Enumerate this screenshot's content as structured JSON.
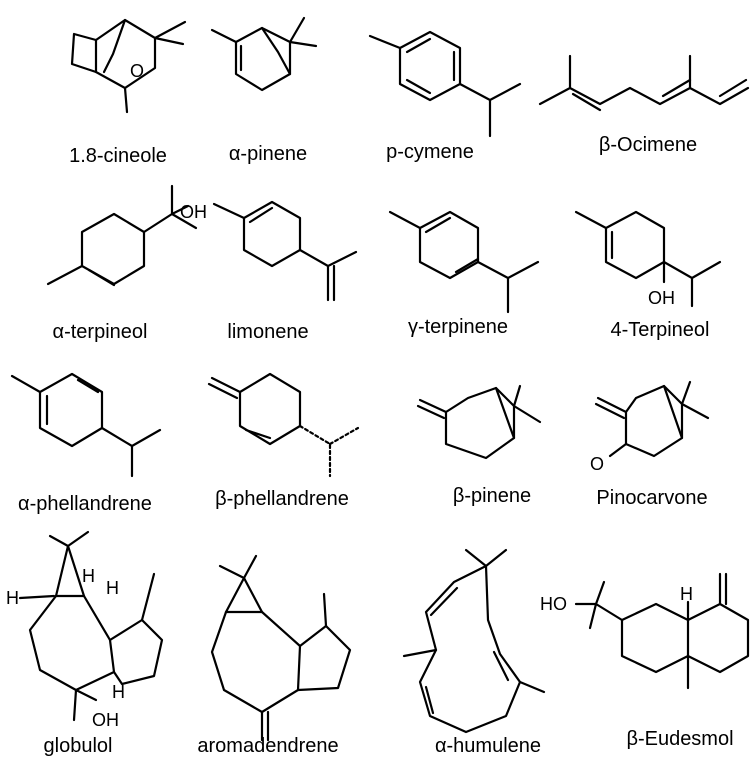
{
  "figure": {
    "molecules": [
      {
        "id": "m01",
        "label": "1.8-cineole"
      },
      {
        "id": "m02",
        "label": "α-pinene"
      },
      {
        "id": "m03",
        "label": "p-cymene"
      },
      {
        "id": "m04",
        "label": "β-Ocimene"
      },
      {
        "id": "m05",
        "label": "α-terpineol"
      },
      {
        "id": "m06",
        "label": "limonene"
      },
      {
        "id": "m07",
        "label": "γ-terpinene"
      },
      {
        "id": "m08",
        "label": "4-Terpineol"
      },
      {
        "id": "m09",
        "label": "α-phellandrene"
      },
      {
        "id": "m10",
        "label": "β-phellandrene"
      },
      {
        "id": "m11",
        "label": "β-pinene"
      },
      {
        "id": "m12",
        "label": "Pinocarvone"
      },
      {
        "id": "m13",
        "label": "globulol"
      },
      {
        "id": "m14",
        "label": "aromadendrene"
      },
      {
        "id": "m15",
        "label": "α-humulene"
      },
      {
        "id": "m16",
        "label": "β-Eudesmol"
      }
    ],
    "atom_labels": {
      "oxygen": "O",
      "hydroxyl_right": "OH",
      "hydroxyl_left": "HO",
      "hydrogen": "H"
    }
  }
}
